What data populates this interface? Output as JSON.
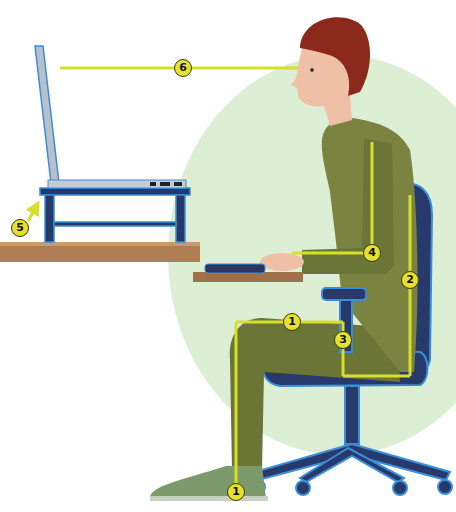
{
  "diagram": {
    "labels": [
      "6",
      "5",
      "4",
      "2",
      "1",
      "3",
      "1"
    ]
  }
}
